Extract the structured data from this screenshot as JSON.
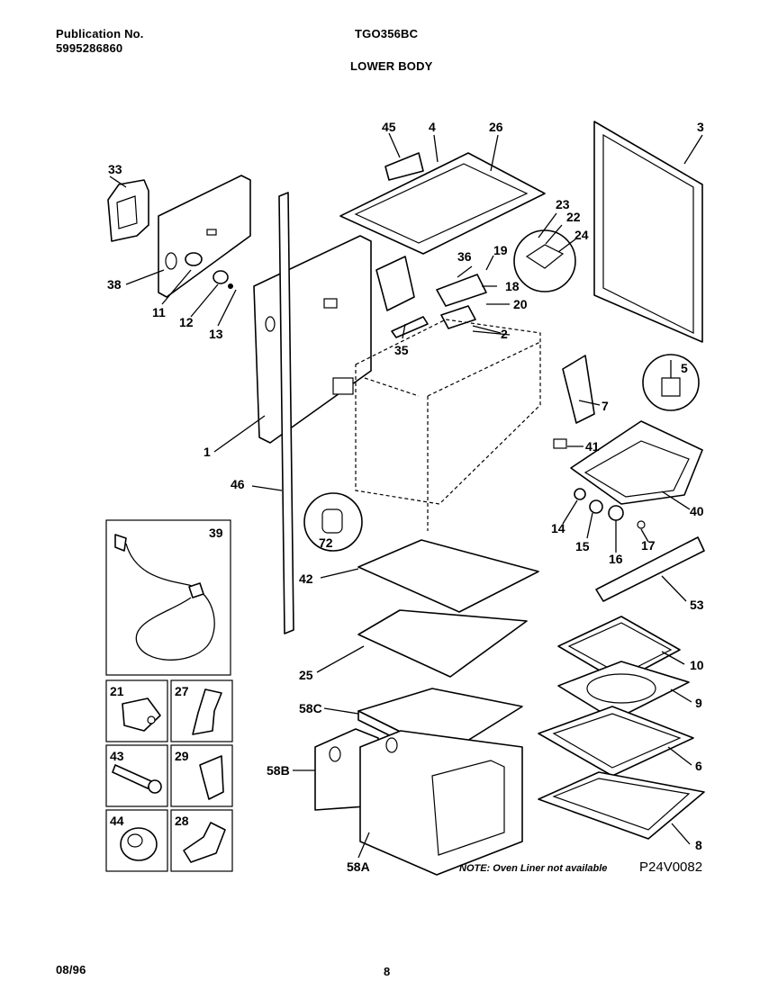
{
  "header": {
    "publication_label": "Publication No.",
    "publication_number": "5995286860",
    "model": "TGO356BC",
    "section_title": "LOWER BODY"
  },
  "diagram": {
    "callouts": [
      "1",
      "2",
      "3",
      "4",
      "5",
      "6",
      "7",
      "8",
      "9",
      "10",
      "11",
      "12",
      "13",
      "14",
      "15",
      "16",
      "16",
      "17",
      "18",
      "19",
      "20",
      "21",
      "22",
      "23",
      "24",
      "25",
      "26",
      "27",
      "28",
      "29",
      "33",
      "35",
      "36",
      "38",
      "39",
      "40",
      "41",
      "42",
      "43",
      "44",
      "45",
      "46",
      "53",
      "58A",
      "58B",
      "58C",
      "72"
    ],
    "note": "NOTE: Oven Liner not available",
    "drawing_code": "P24V0082"
  },
  "footer": {
    "date": "08/96",
    "page": "8"
  }
}
